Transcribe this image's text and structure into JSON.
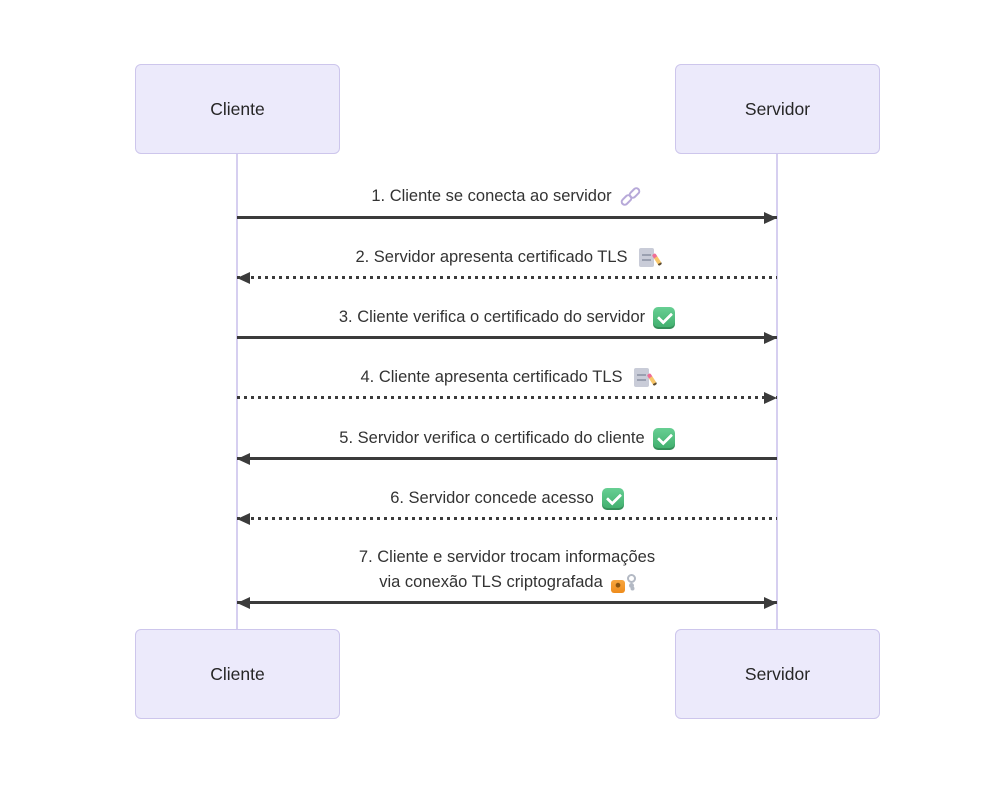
{
  "diagram": {
    "type": "sequence-diagram",
    "subject": "mTLS handshake between client and server",
    "actors": {
      "cliente": {
        "label": "Cliente"
      },
      "servidor": {
        "label": "Servidor"
      }
    },
    "messages": [
      {
        "text": "1. Cliente se conecta ao servidor",
        "icon": "link-icon",
        "from": "cliente",
        "to": "servidor",
        "line": "solid",
        "arrow": "right"
      },
      {
        "text": "2. Servidor apresenta certificado TLS",
        "icon": "certificate-icon",
        "from": "servidor",
        "to": "cliente",
        "line": "dashed",
        "arrow": "left"
      },
      {
        "text": "3. Cliente verifica o certificado do servidor",
        "icon": "check-icon",
        "from": "cliente",
        "to": "servidor",
        "line": "solid",
        "arrow": "right"
      },
      {
        "text": "4. Cliente apresenta certificado TLS",
        "icon": "certificate-icon",
        "from": "cliente",
        "to": "servidor",
        "line": "dashed",
        "arrow": "right"
      },
      {
        "text": "5. Servidor verifica o certificado do cliente",
        "icon": "check-icon",
        "from": "servidor",
        "to": "cliente",
        "line": "solid",
        "arrow": "left"
      },
      {
        "text": "6. Servidor concede acesso",
        "icon": "check-icon",
        "from": "servidor",
        "to": "cliente",
        "line": "dashed",
        "arrow": "left"
      },
      {
        "lines": [
          "7. Cliente e servidor trocam informações",
          "via conexão TLS criptografada"
        ],
        "icon": "lock-with-key-icon",
        "from": "cliente",
        "to": "servidor",
        "line": "solid",
        "arrow": "both"
      }
    ],
    "colors": {
      "background": "#FFFFFF",
      "actor_fill": "#ECEAFB",
      "actor_border": "#CDC6EC",
      "lifeline": "#D6CFF0",
      "message_line": "#3B3B3B",
      "message_text": "#333333",
      "check_green": "#4DBF80",
      "lock_orange": "#F09A2E",
      "link_purple": "#B7A9D9"
    }
  }
}
